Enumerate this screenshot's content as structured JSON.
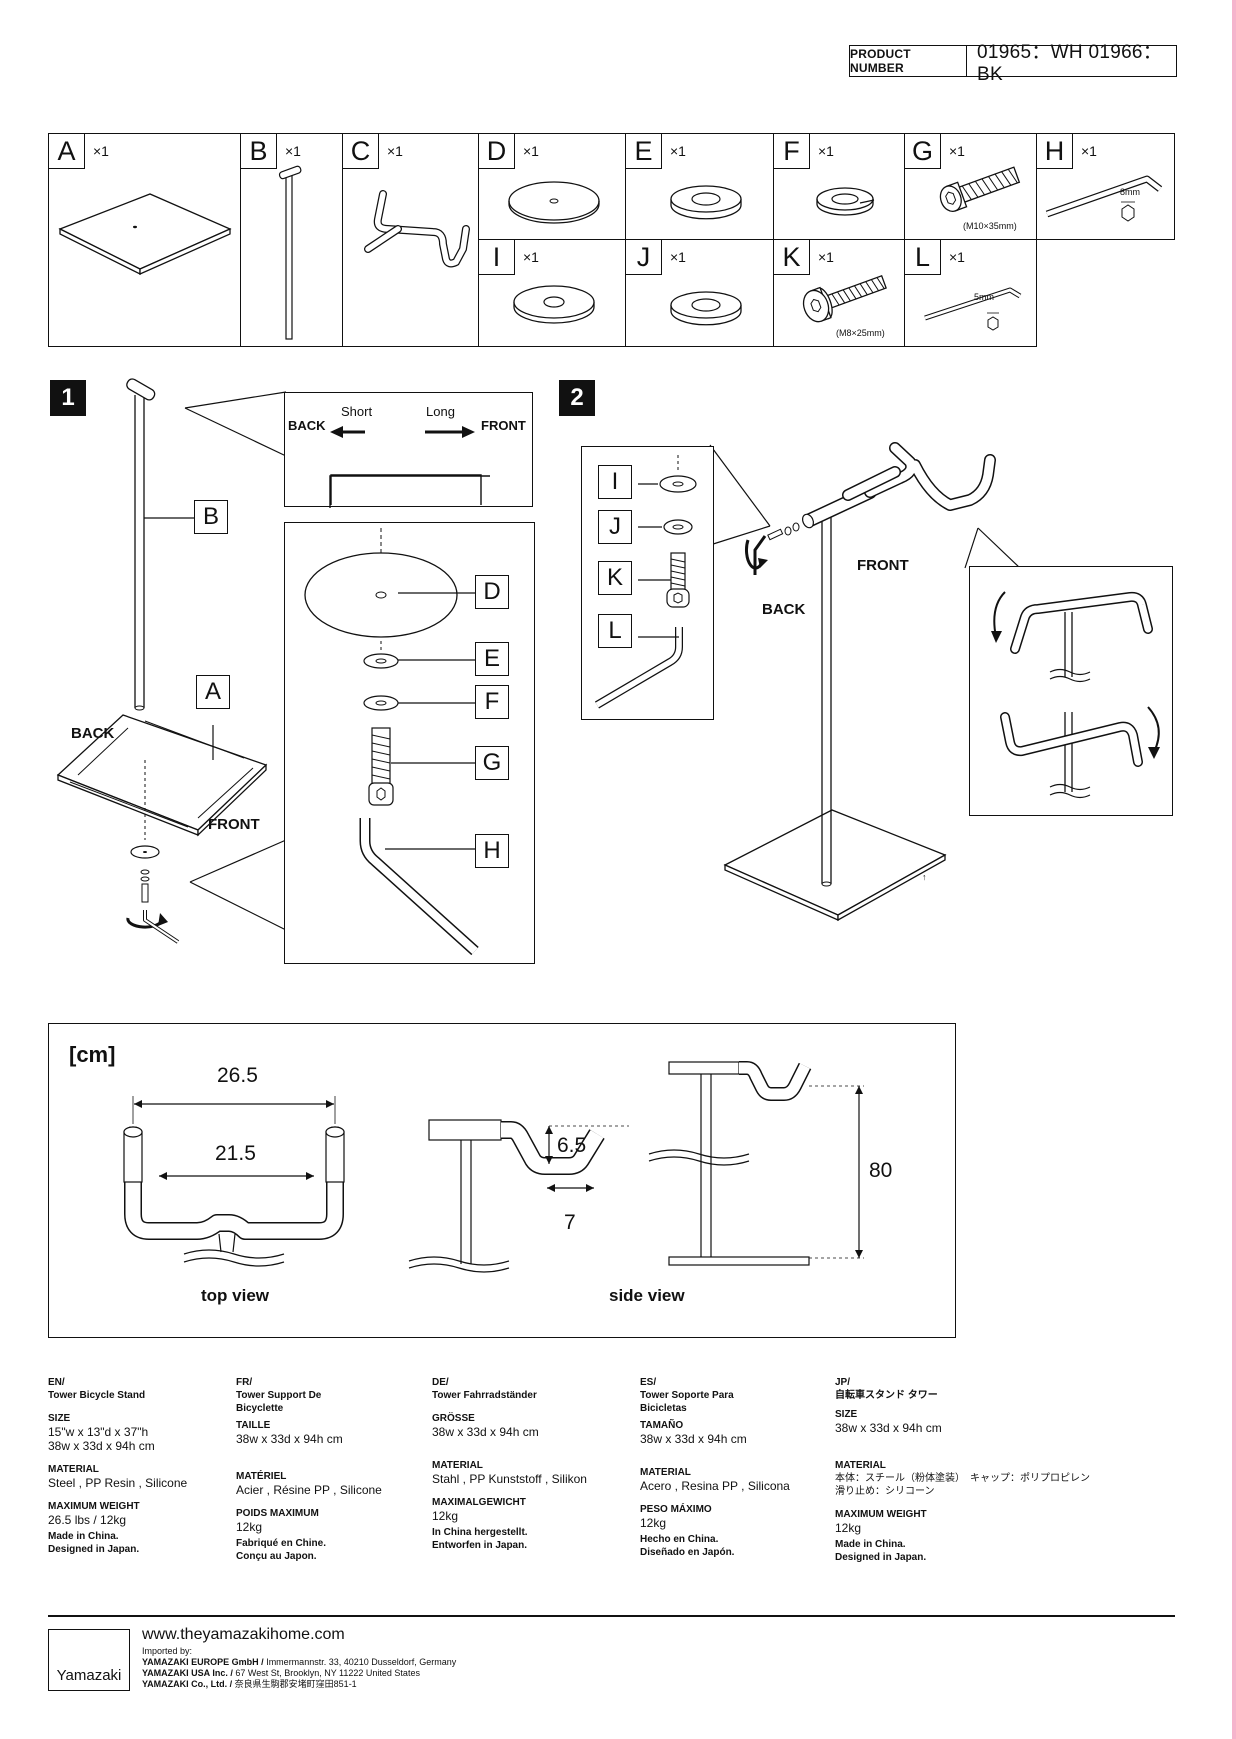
{
  "product_number": {
    "label": "PRODUCT NUMBER",
    "value": "01965：WH  01966：BK"
  },
  "parts": [
    {
      "letter": "A",
      "qty": "×1"
    },
    {
      "letter": "B",
      "qty": "×1"
    },
    {
      "letter": "C",
      "qty": "×1"
    },
    {
      "letter": "D",
      "qty": "×1"
    },
    {
      "letter": "E",
      "qty": "×1"
    },
    {
      "letter": "F",
      "qty": "×1"
    },
    {
      "letter": "G",
      "qty": "×1",
      "note": "(M10×35mm)"
    },
    {
      "letter": "H",
      "qty": "×1",
      "note": "8mm"
    },
    {
      "letter": "I",
      "qty": "×1"
    },
    {
      "letter": "J",
      "qty": "×1"
    },
    {
      "letter": "K",
      "qty": "×1",
      "note": "(M8×25mm)"
    },
    {
      "letter": "L",
      "qty": "×1",
      "note": "5mm"
    }
  ],
  "step1": {
    "number": "1",
    "back": "BACK",
    "front": "FRONT",
    "short": "Short",
    "long": "Long",
    "tags": [
      "B",
      "A",
      "D",
      "E",
      "F",
      "G",
      "H"
    ]
  },
  "step2": {
    "number": "2",
    "back": "BACK",
    "front": "FRONT",
    "tags": [
      "I",
      "J",
      "K",
      "L"
    ]
  },
  "dimensions": {
    "unit": "[cm]",
    "top_outer": "26.5",
    "top_inner": "21.5",
    "dip": "6.5",
    "depth": "7",
    "height": "80",
    "top_view": "top view",
    "side_view": "side view"
  },
  "specs": [
    {
      "lang": "EN/",
      "name": "Tower Bicycle Stand",
      "size_label": "SIZE",
      "size": "15\"w x 13\"d x 37\"h\n38w x 33d x 94h cm",
      "material_label": "MATERIAL",
      "material": "Steel , PP Resin , Silicone",
      "weight_label": "MAXIMUM WEIGHT",
      "weight": "26.5 lbs / 12kg",
      "made": "Made in China.\nDesigned in Japan."
    },
    {
      "lang": "FR/",
      "name": "Tower Support De\nBicyclette",
      "size_label": "TAILLE",
      "size": "38w x 33d x 94h cm",
      "material_label": "MATÉRIEL",
      "material": "Acier , Résine PP , Silicone",
      "weight_label": "POIDS MAXIMUM",
      "weight": "12kg",
      "made": "Fabriqué en Chine.\nConçu au Japon."
    },
    {
      "lang": "DE/",
      "name": "Tower Fahrradständer",
      "size_label": "GRÖSSE",
      "size": "38w x 33d x 94h cm",
      "material_label": "MATERIAL",
      "material": "Stahl , PP Kunststoff , Silikon",
      "weight_label": "MAXIMALGEWICHT",
      "weight": "12kg",
      "made": "In China hergestellt.\nEntworfen in Japan."
    },
    {
      "lang": "ES/",
      "name": "Tower Soporte Para\nBicicletas",
      "size_label": "TAMAÑO",
      "size": "38w x 33d x 94h cm",
      "material_label": "MATERIAL",
      "material": "Acero , Resina PP , Silicona",
      "weight_label": "PESO MÁXIMO",
      "weight": "12kg",
      "made": "Hecho en China.\nDiseñado en Japón."
    },
    {
      "lang": "JP/",
      "name": "自転車スタンド タワー",
      "size_label": "SIZE",
      "size": "38w x 33d x 94h cm",
      "material_label": "MATERIAL",
      "material": "本体：スチール（粉体塗装）　キャップ：ポリプロピレン\n滑り止め：シリコーン",
      "weight_label": "MAXIMUM WEIGHT",
      "weight": "12kg",
      "made": "Made in China.\nDesigned in Japan."
    }
  ],
  "footer": {
    "logo": "Yamazaki",
    "website": "www.theyamazakihome.com",
    "imported_by": "Imported by:",
    "importers": [
      {
        "name": "YAMAZAKI EUROPE GmbH /",
        "address": " Immermannstr. 33, 40210 Dusseldorf, Germany"
      },
      {
        "name": "YAMAZAKI USA Inc.  /",
        "address": "  67 West St, Brooklyn, NY 11222 United States"
      },
      {
        "name": "YAMAZAKI Co., Ltd.  /",
        "address": "  奈良県生駒郡安堵町窪田851-1"
      }
    ]
  }
}
